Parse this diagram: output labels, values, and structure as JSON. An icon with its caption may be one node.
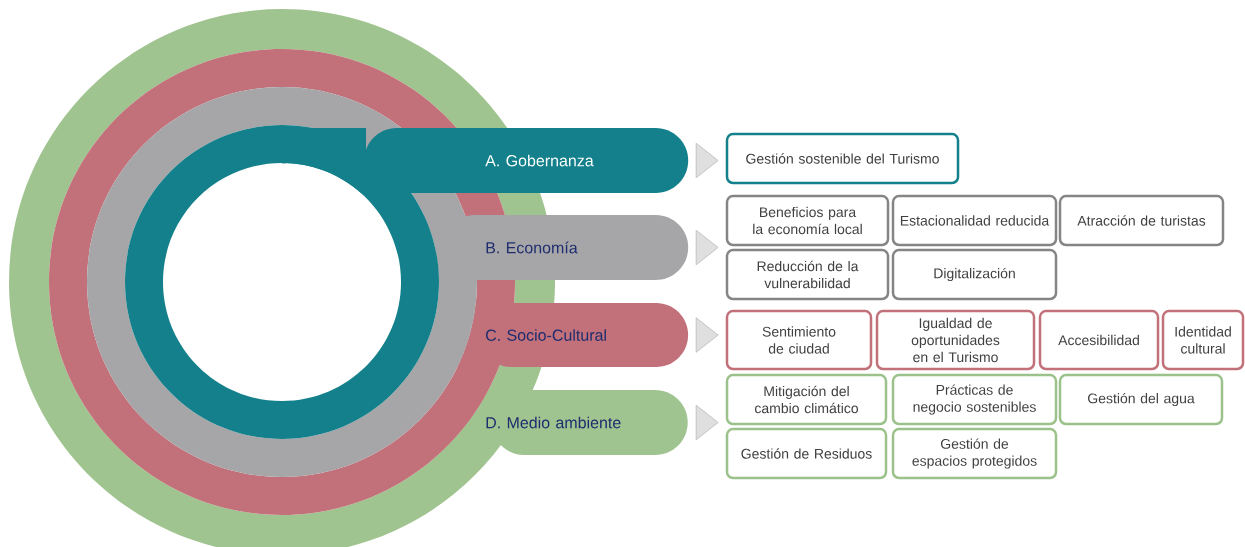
{
  "diagram": {
    "nodes": [
      {
        "text": [
          "A. Gobernanza"
        ]
      },
      {
        "text": [
          "Gestión sostenible del Turismo"
        ]
      },
      {
        "text": [
          "B. Economía"
        ]
      },
      {
        "text": [
          "Beneficios para la economía local"
        ]
      },
      {
        "text": [
          "Estacionalidad reducida"
        ]
      },
      {
        "text": [
          "Atracción de turistas"
        ]
      },
      {
        "text": [
          "Reducción de la vulnerabilidad"
        ]
      },
      {
        "text": [
          "Digitalización"
        ]
      },
      {
        "text": [
          "C. Socio-Cultural"
        ]
      },
      {
        "text": [
          "Sentimiento de ciudad"
        ]
      },
      {
        "text": [
          "Igualdad de oportunidades en el Turismo"
        ]
      },
      {
        "text": [
          "Accesibilidad"
        ]
      },
      {
        "text": [
          "Identidad cultural"
        ]
      },
      {
        "text": [
          "D. Medio ambiente"
        ]
      },
      {
        "text": [
          "Mitigación del cambio climático"
        ]
      },
      {
        "text": [
          "Prácticas de negocio sostenibles"
        ]
      },
      {
        "text": [
          "Gestión del agua"
        ]
      },
      {
        "text": [
          "Gestión de Residuos"
        ]
      },
      {
        "text": [
          "Gestión de espacios protegidos"
        ]
      }
    ],
    "edges": [
      {
        "from": 0,
        "to": 1,
        "arrow": "to"
      },
      {
        "from": 2,
        "to": 3,
        "arrow": "to"
      },
      {
        "from": 8,
        "to": 9,
        "arrow": "to"
      },
      {
        "from": 13,
        "to": 14,
        "arrow": "to"
      }
    ]
  }
}
